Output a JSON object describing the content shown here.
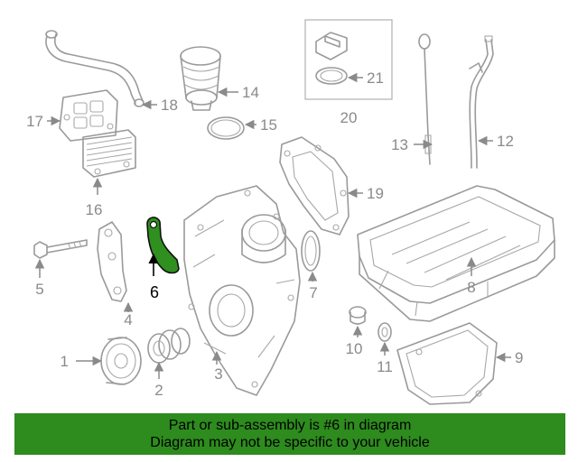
{
  "callouts": {
    "c1": "1",
    "c2": "2",
    "c3": "3",
    "c4": "4",
    "c5": "5",
    "c6": "6",
    "c7": "7",
    "c8": "8",
    "c9": "9",
    "c10": "10",
    "c11": "11",
    "c12": "12",
    "c13": "13",
    "c14": "14",
    "c15": "15",
    "c16": "16",
    "c17": "17",
    "c18": "18",
    "c19": "19",
    "c20": "20",
    "c21": "21"
  },
  "highlight": {
    "part_number": "6",
    "color": "#2e8b1e"
  },
  "banner": {
    "line1": "Part or sub-assembly is #6 in diagram",
    "line2": "Diagram may not be specific to your vehicle",
    "background": "#2e8b1e"
  }
}
